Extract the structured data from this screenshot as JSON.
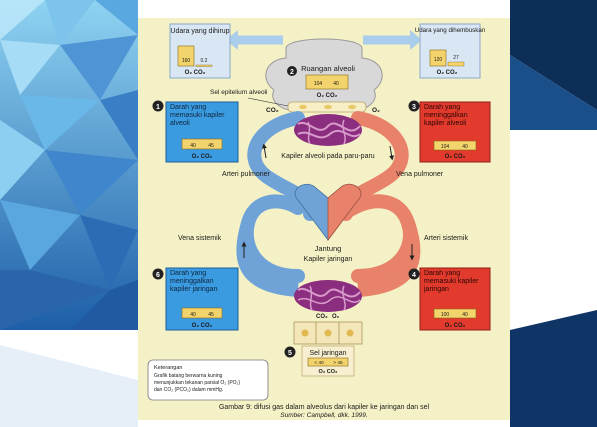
{
  "colors": {
    "page_bg": "#f4f1c6",
    "venous_blue": "#6fa3d8",
    "arterial_red": "#e8826a",
    "capillary_purple": "#8c2e7f",
    "panel_blue": "#3a9be0",
    "panel_red": "#e23a2c",
    "bar_yellow": "#f3d36b"
  },
  "diagram": {
    "inhaled": {
      "title": "Udara yang dihirup",
      "v1": "160",
      "v2": "0.2",
      "gas": "O₂ CO₂"
    },
    "exhaled": {
      "title": "Udara yang dihembuskan",
      "v1": "120",
      "v2": "27",
      "gas": "O₂ CO₂"
    },
    "alveolar_space": {
      "step": "2",
      "title": "Ruangan alveoli",
      "v1": "104",
      "v2": "40",
      "gas": "O₂ CO₂"
    },
    "epithelium_label": "Sel epitelium alveoli",
    "co2_label": "CO₂",
    "o2_label": "O₂",
    "capillary_lung_label": "Kapiler alveoli pada paru-paru",
    "pulmonary_artery": "Arteri pulmoner",
    "pulmonary_vein": "Vena pulmoner",
    "systemic_vein": "Vena sistemik",
    "systemic_artery": "Arteri sistemik",
    "heart": "Jantung",
    "tissue_capillary": "Kapiler jaringan",
    "panel1": {
      "step": "1",
      "text": "Darah yang memasuki kapiler alveoli",
      "v1": "40",
      "v2": "45",
      "gas": "O₂ CO₂"
    },
    "panel3": {
      "step": "3",
      "text": "Darah yang meninggalkan kapiler alveoli",
      "v1": "104",
      "v2": "40",
      "gas": "O₂ CO₂"
    },
    "panel4": {
      "step": "4",
      "text": "Darah yang memasuki kapiler jaringan",
      "v1": "100",
      "v2": "40",
      "gas": "O₂ CO₂"
    },
    "panel6": {
      "step": "6",
      "text": "Darah yang meninggalkan kapiler jaringan",
      "v1": "40",
      "v2": "45",
      "gas": "O₂ CO₂"
    },
    "tissue": {
      "step": "5",
      "title": "Sel jaringan",
      "v1": "< 40",
      "v2": "> 45",
      "gas": "O₂ CO₂"
    },
    "legend": {
      "heading": "Keterangan",
      "line1": "Grafik batang berwarna kuning",
      "line2": "menunjukkan tekanan parsial O₂ (PO₂)",
      "line3": "dan CO₂ (PCO₂) dalam mmHg."
    },
    "caption": "Gambar 9: difusi gas dalam alveolus dari kapiler ke jaringan dan sel",
    "source": "Sumber: Campbell, dkk. 1999."
  }
}
